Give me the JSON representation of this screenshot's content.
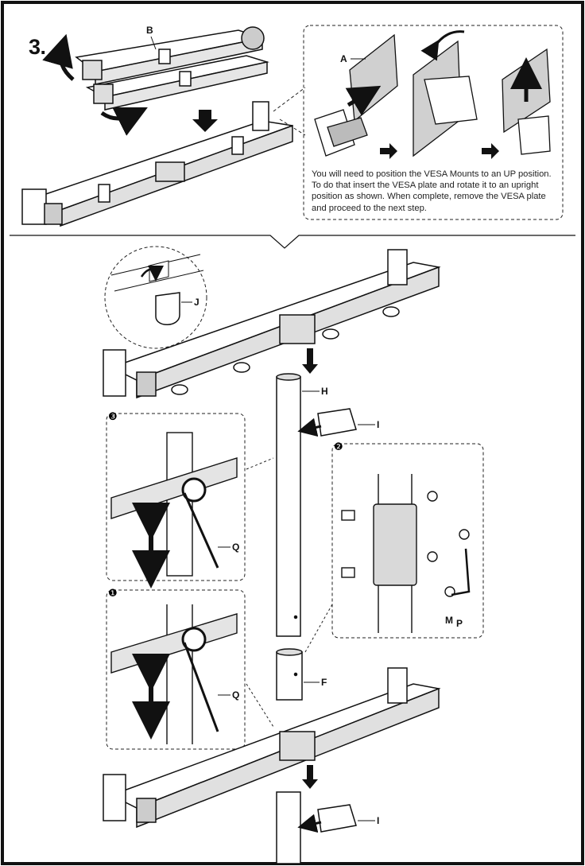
{
  "step": {
    "number": "3."
  },
  "instruction": {
    "text": "You will need to position the VESA Mounts to an UP position. To do that insert the VESA plate and rotate it to an upright position as shown. When complete, remove the VESA plate and proceed to the next step."
  },
  "part_labels": {
    "crossbar": "B",
    "vesa_plate": "A",
    "cable_clip": "J",
    "pole": "H",
    "pole_clamp": "I",
    "coupler": "F",
    "allen_key": "Q",
    "bolt": "M",
    "hex_key": "P"
  },
  "sub_steps": {
    "first": "❶",
    "second": "❷",
    "third": "❸"
  },
  "colors": {
    "line": "#111111",
    "panel_border": "#222222",
    "fill_grey": "#d9d9d9",
    "fill_dark": "#555555"
  },
  "icons": [
    "down-arrow-icon",
    "right-arrow-icon",
    "rotate-arrow-icon",
    "up-arrow-icon",
    "left-arrow-icon"
  ]
}
